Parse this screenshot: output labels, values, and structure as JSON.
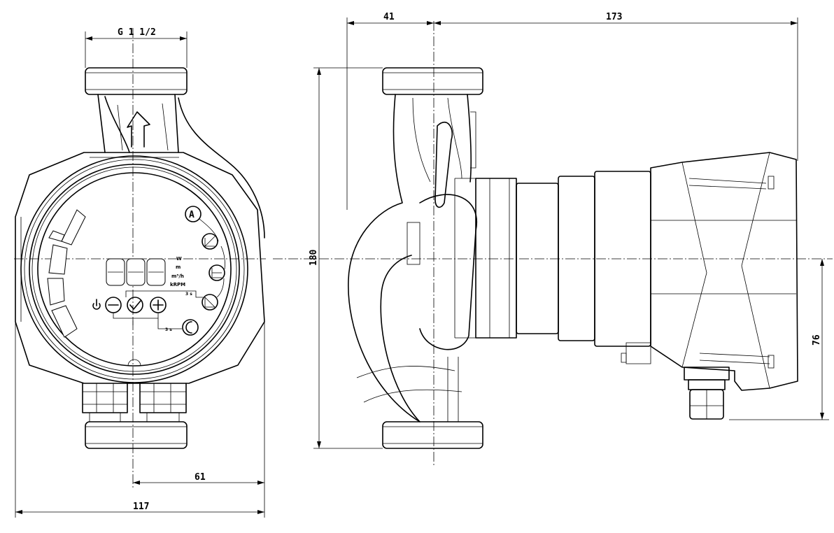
{
  "dimensions": {
    "thread": "G 1 1/2",
    "width_total": "117",
    "width_half": "61",
    "height": "180",
    "inlet_offset": "41",
    "depth": "173",
    "axis_height": "76"
  },
  "control_panel": {
    "mode_button": "A",
    "units": [
      "W",
      "m",
      "m³/h",
      "kRPM"
    ],
    "hold_label_1": "3 s",
    "hold_label_2": "3 s"
  }
}
